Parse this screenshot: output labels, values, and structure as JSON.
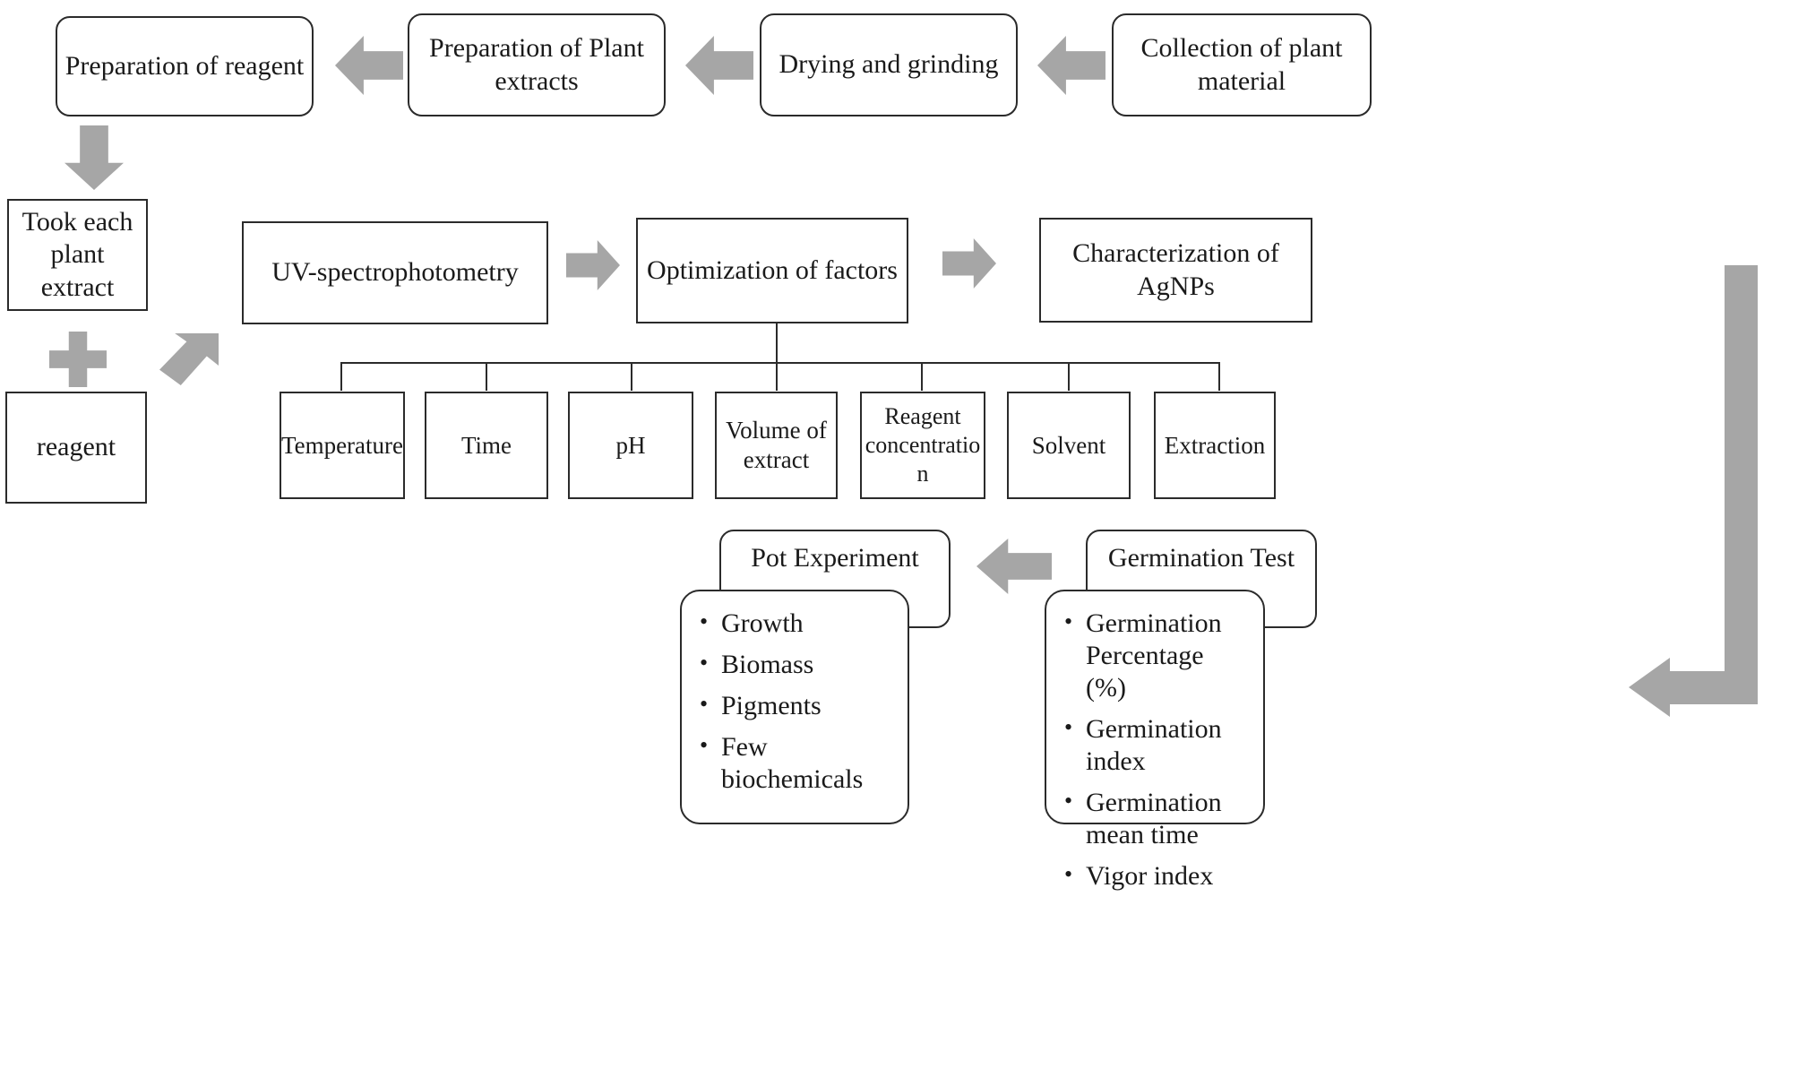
{
  "title": "Green synthesis of AgNPs experimental workflow",
  "colors": {
    "arrow_gray": "#a6a6a6",
    "box_border": "#2b2b2b",
    "box_fill": "#ffffff",
    "text": "#1a1a1a"
  },
  "row_top": {
    "boxes": [
      {
        "id": "preparation-of-reagent",
        "label": "Preparation  of reagent"
      },
      {
        "id": "preparation-of-plant-extracts",
        "label": "Preparation of Plant extracts"
      },
      {
        "id": "drying-and-grinding",
        "label": "Drying  and  grinding"
      },
      {
        "id": "collection-of-plant-material",
        "label": "Collection of plant material"
      }
    ],
    "arrows": [
      {
        "id": "arrow-extracts-to-reagent",
        "direction": "left"
      },
      {
        "id": "arrow-drying-to-extracts",
        "direction": "left"
      },
      {
        "id": "arrow-collection-to-drying",
        "direction": "left"
      }
    ]
  },
  "left_column": {
    "arrow_down": {
      "id": "arrow-reagent-down",
      "direction": "down"
    },
    "plant_extract_box": {
      "id": "took-each-plant-extract",
      "label": "Took each plant extract"
    },
    "plus_sign": {
      "id": "plus-combine",
      "symbol": "+"
    },
    "reagent_box": {
      "id": "reagent",
      "label": "reagent"
    },
    "arrow_diagonal": {
      "id": "arrow-mix-to-uv",
      "direction": "up-right"
    }
  },
  "row_middle": {
    "boxes": [
      {
        "id": "uv-spectrophotometry",
        "label": "UV-spectrophotometry"
      },
      {
        "id": "optimization-of-factors",
        "label": "Optimization of factors"
      },
      {
        "id": "characterization-of-agnps",
        "label": "Characterization  of AgNPs"
      }
    ],
    "arrows": [
      {
        "id": "arrow-uv-to-optimization",
        "direction": "right"
      },
      {
        "id": "arrow-optimization-to-characterization",
        "direction": "right"
      }
    ]
  },
  "factors": {
    "parent": "optimization-of-factors",
    "items": [
      {
        "id": "factor-temperature",
        "label": "Temperature"
      },
      {
        "id": "factor-time",
        "label": "Time"
      },
      {
        "id": "factor-ph",
        "label": "pH"
      },
      {
        "id": "factor-volume-of-extract",
        "label": "Volume of extract"
      },
      {
        "id": "factor-reagent-concentration",
        "label": "Reagent concentratio n"
      },
      {
        "id": "factor-solvent",
        "label": "Solvent"
      },
      {
        "id": "factor-extraction",
        "label": "Extraction"
      }
    ]
  },
  "row_bottom": {
    "pot_experiment": {
      "id": "pot-experiment",
      "label": "Pot Experiment",
      "measures": [
        "Growth",
        "Biomass",
        "Pigments",
        "Few biochemicals"
      ]
    },
    "germination_test": {
      "id": "germination-test",
      "label": "Germination  Test",
      "measures": [
        "Germination Percentage  (%)",
        "Germination index",
        "Germination mean  time",
        "Vigor index"
      ]
    },
    "arrow_germination_to_pot": {
      "id": "arrow-germination-to-pot",
      "direction": "left"
    },
    "elbow_arrow": {
      "id": "arrow-characterization-to-germination",
      "direction": "down-then-left"
    }
  }
}
